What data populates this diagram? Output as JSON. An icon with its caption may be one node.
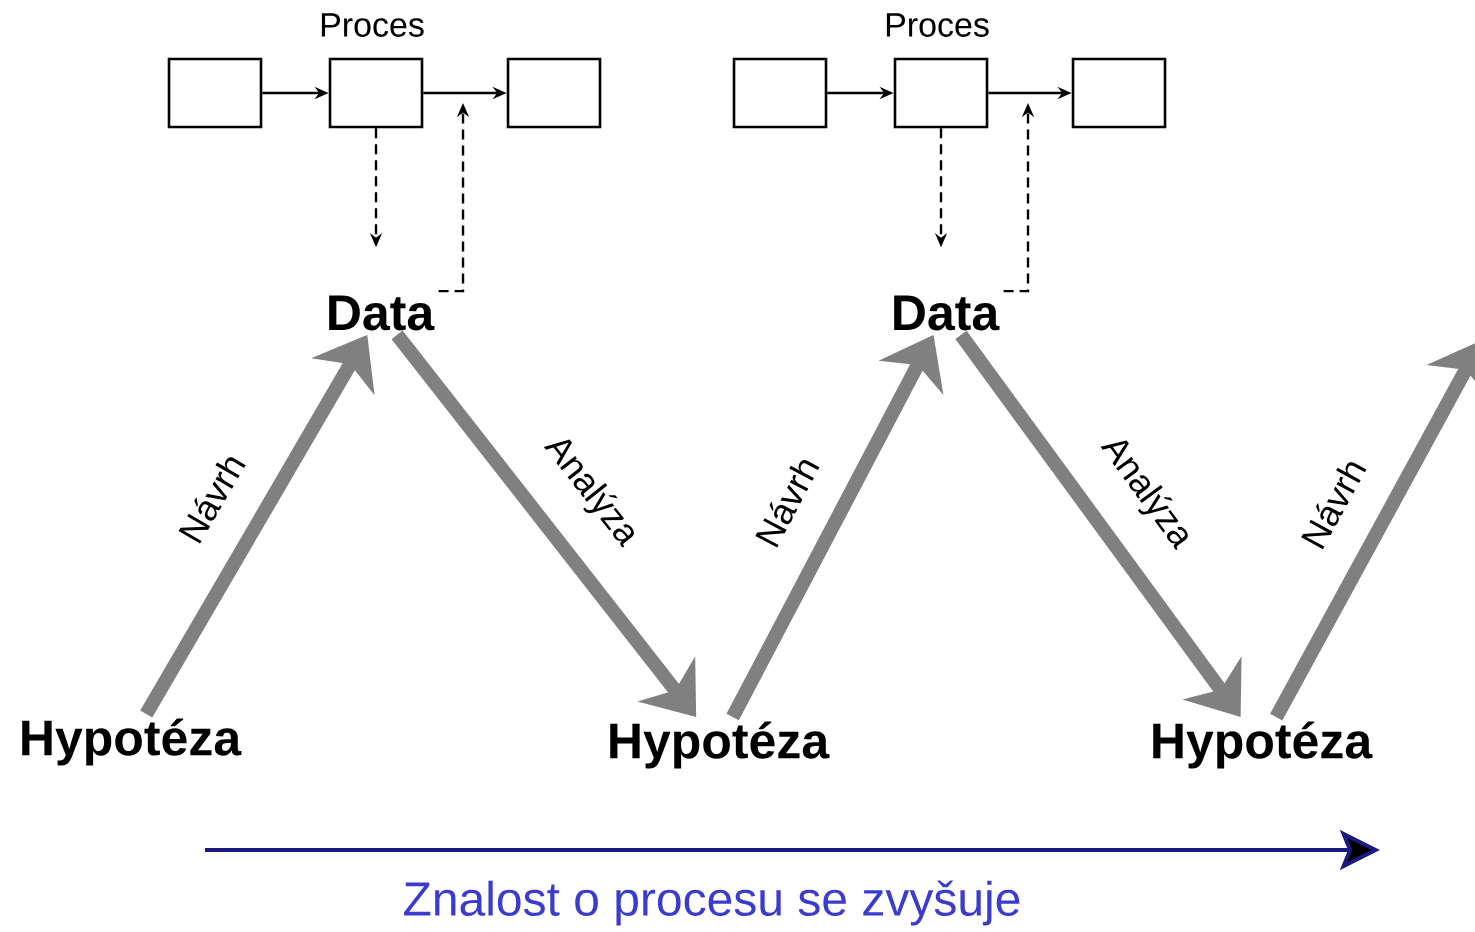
{
  "diagram": {
    "nodes": [
      {
        "text": [],
        "shape": "box"
      },
      {
        "text": [],
        "shape": "box"
      },
      {
        "text": [],
        "shape": "box"
      },
      {
        "text": [],
        "shape": "box"
      },
      {
        "text": [],
        "shape": "box"
      },
      {
        "text": [],
        "shape": "box"
      },
      {
        "text": [
          "Data"
        ]
      },
      {
        "text": [
          "Data"
        ]
      },
      {
        "text": [
          "Hypotéza"
        ]
      },
      {
        "text": [
          "Hypotéza"
        ]
      },
      {
        "text": [
          "Hypotéza"
        ]
      }
    ],
    "edges": [
      {
        "from": 0,
        "to": 1,
        "arrow": "to"
      },
      {
        "from": 1,
        "to": 2,
        "arrow": "to"
      },
      {
        "from": 3,
        "to": 4,
        "arrow": "to"
      },
      {
        "from": 4,
        "to": 5,
        "arrow": "to"
      },
      {
        "from": 1,
        "to": 6,
        "arrow": "to",
        "style": "dashed"
      },
      {
        "from": 6,
        "to": null,
        "arrow": "to",
        "style": "dashed"
      },
      {
        "from": 4,
        "to": 7,
        "arrow": "to",
        "style": "dashed"
      },
      {
        "from": 7,
        "to": null,
        "arrow": "to",
        "style": "dashed"
      },
      {
        "from": 8,
        "to": 6,
        "arrow": "to",
        "style": "thick",
        "color": "#808080",
        "label": "Návrh"
      },
      {
        "from": 6,
        "to": 9,
        "arrow": "to",
        "style": "thick",
        "color": "#808080",
        "label": "Analýza"
      },
      {
        "from": 9,
        "to": 7,
        "arrow": "to",
        "style": "thick",
        "color": "#808080",
        "label": "Návrh"
      },
      {
        "from": 7,
        "to": 10,
        "arrow": "to",
        "style": "thick",
        "color": "#808080",
        "label": "Analýza"
      },
      {
        "from": 10,
        "to": null,
        "arrow": "to",
        "style": "thick",
        "color": "#808080",
        "label": "Návrh"
      }
    ],
    "labels": [
      "Proces",
      "Proces",
      "Znalost o procesu se zvyšuje"
    ]
  }
}
